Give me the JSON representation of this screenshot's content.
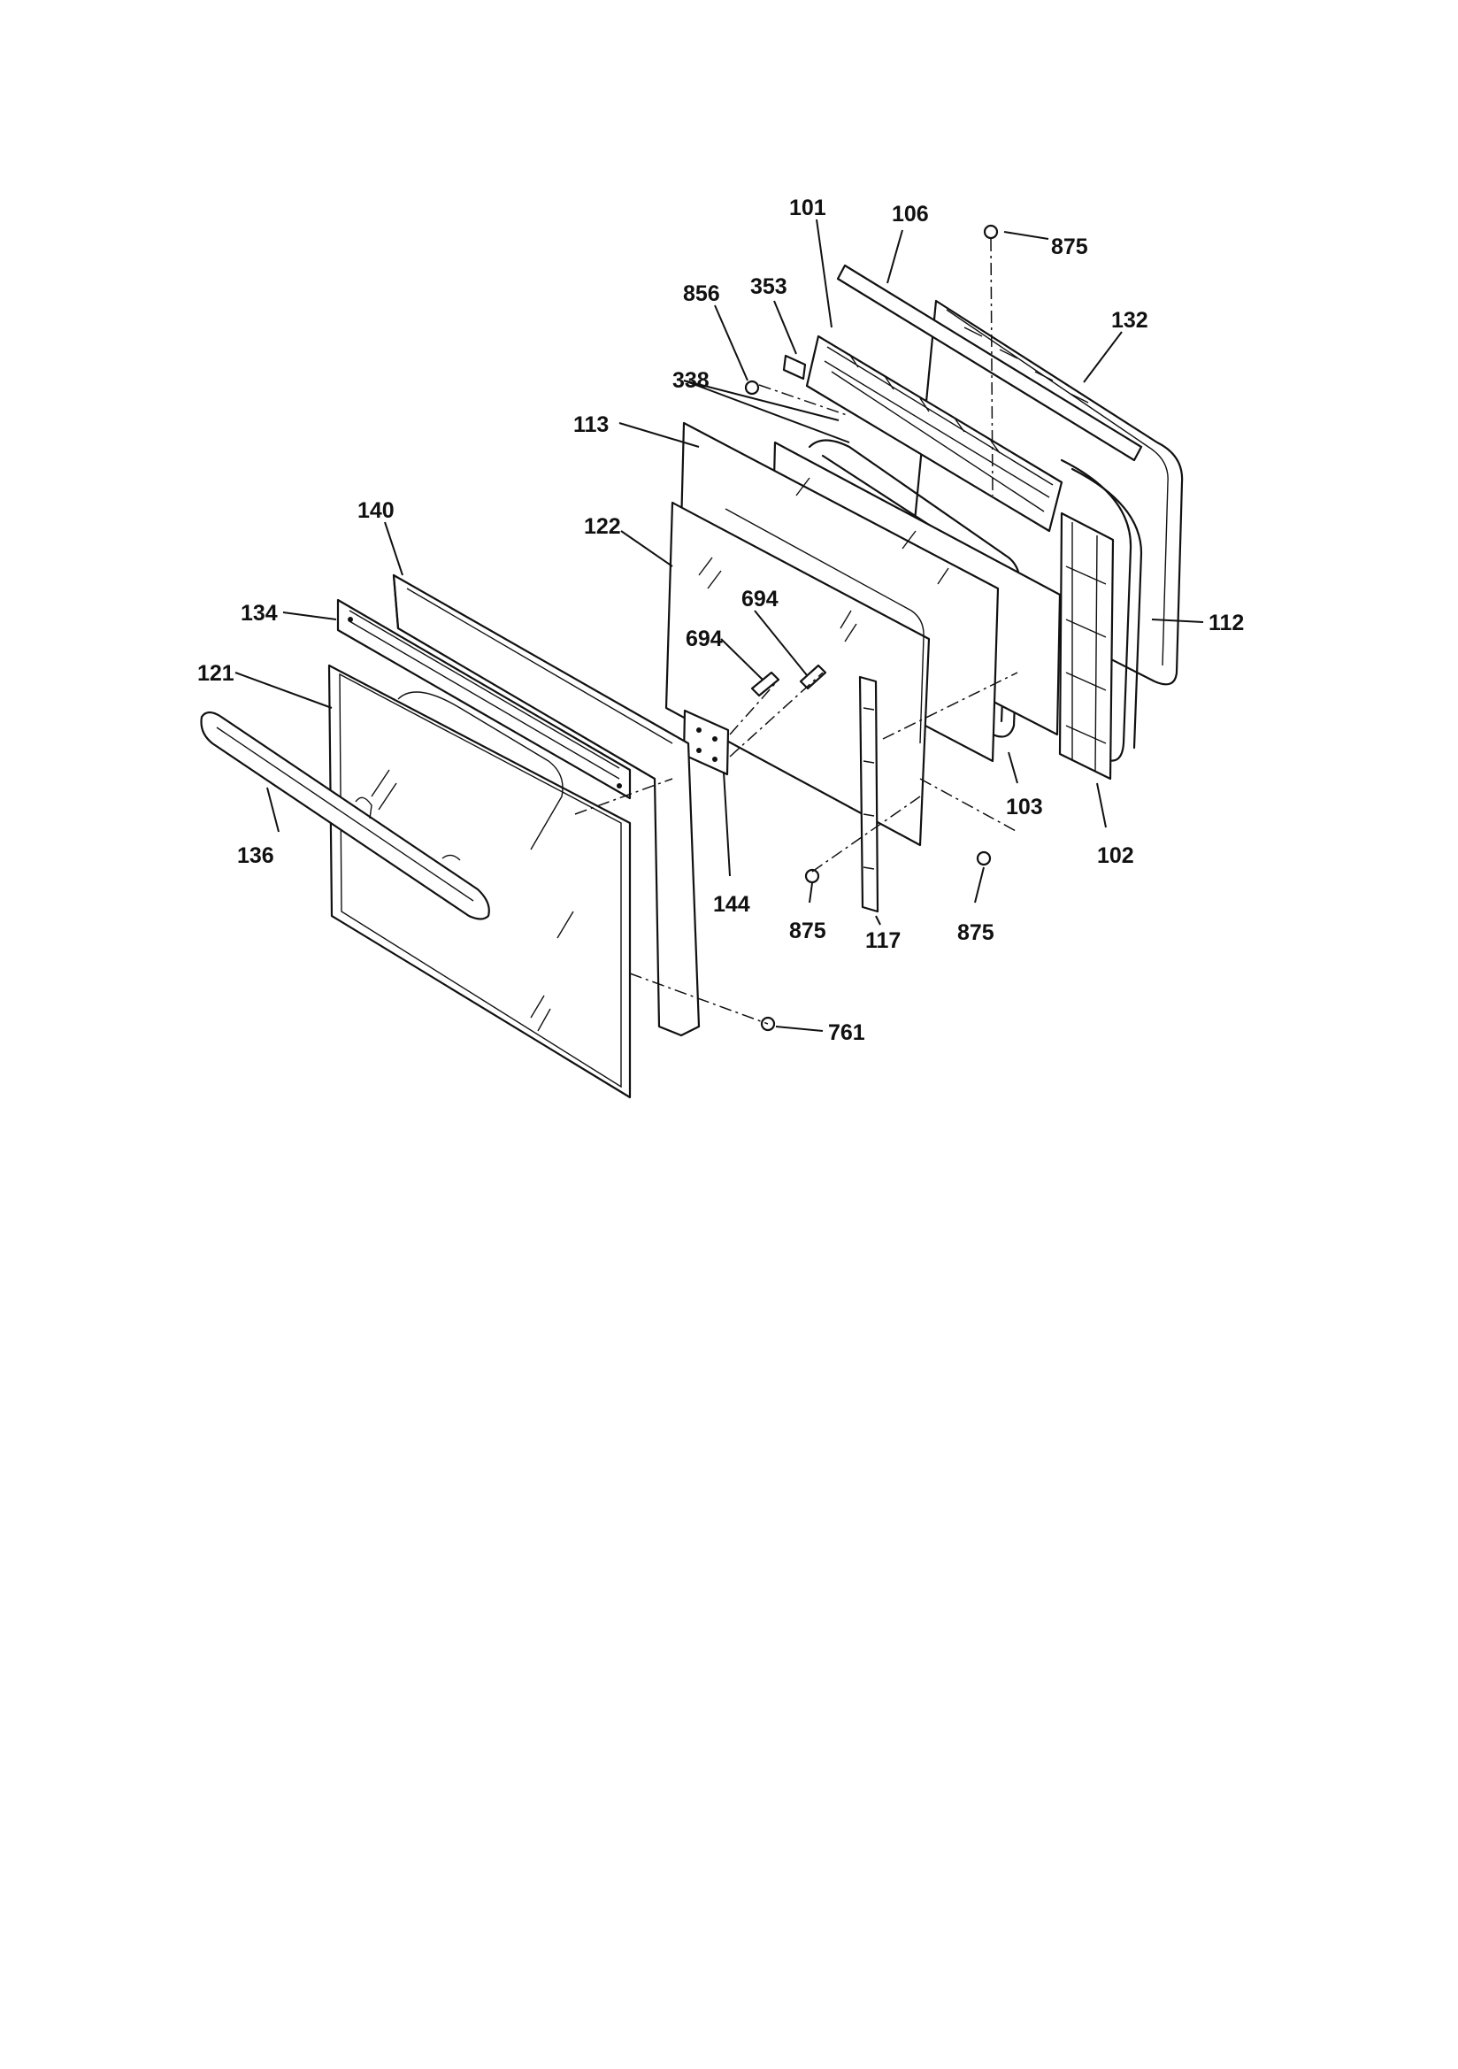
{
  "diagram": {
    "type": "exploded-parts-view",
    "part_labels": [
      {
        "id": "p101",
        "text": "101"
      },
      {
        "id": "p106",
        "text": "106"
      },
      {
        "id": "p875a",
        "text": "875"
      },
      {
        "id": "p856",
        "text": "856"
      },
      {
        "id": "p353",
        "text": "353"
      },
      {
        "id": "p132",
        "text": "132"
      },
      {
        "id": "p338",
        "text": "338"
      },
      {
        "id": "p113",
        "text": "113"
      },
      {
        "id": "p140",
        "text": "140"
      },
      {
        "id": "p122",
        "text": "122"
      },
      {
        "id": "p112",
        "text": "112"
      },
      {
        "id": "p134",
        "text": "134"
      },
      {
        "id": "p694a",
        "text": "694"
      },
      {
        "id": "p694b",
        "text": "694"
      },
      {
        "id": "p121",
        "text": "121"
      },
      {
        "id": "p103",
        "text": "103"
      },
      {
        "id": "p102",
        "text": "102"
      },
      {
        "id": "p136",
        "text": "136"
      },
      {
        "id": "p144",
        "text": "144"
      },
      {
        "id": "p875b",
        "text": "875"
      },
      {
        "id": "p117",
        "text": "117"
      },
      {
        "id": "p875c",
        "text": "875"
      },
      {
        "id": "p761",
        "text": "761"
      }
    ]
  }
}
